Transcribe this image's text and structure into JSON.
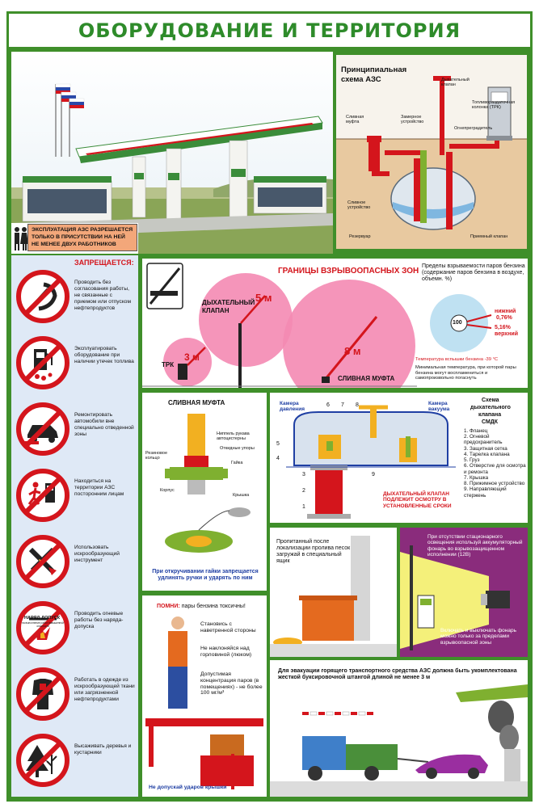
{
  "title": "ОБОРУДОВАНИЕ И ТЕРРИТОРИЯ",
  "warning": {
    "line1": "ЭКСПЛУАТАЦИЯ АЗС РАЗРЕШАЕТСЯ",
    "line2": "ТОЛЬКО В ПРИСУТСТВИИ НА НЕЙ",
    "line3": "НЕ МЕНЕЕ ДВУХ РАБОТНИКОВ"
  },
  "scheme": {
    "title1": "Принципиальная",
    "title2": "схема АЗС",
    "breath_valve": "Дыхательный клапан",
    "pump": "Топливораздаточная колонка (ТРК)",
    "coupling": "Сливная муфта",
    "gauge": "Замерное устройство",
    "flame_arrester": "Огнепреградитель",
    "drain": "Сливное устройство",
    "tank": "Резервуар",
    "intake_valve": "Приемный клапан"
  },
  "forbidden": {
    "heading": "ЗАПРЕЩАЕТСЯ:",
    "items": [
      "Проводить без согласования работы, не связанные с приемом или отпуском нефтепродуктов",
      "Эксплуатировать оборудование при наличии утечек топлива",
      "Ремонтировать автомобили вне специально отведенной зоны",
      "Находиться на территории АЗС посторонним лицам",
      "Использовать искрообразующий инструмент",
      "Проводить огневые работы без наряда-допуска",
      "Работать в одежде из искрообразующей ткани или загрязненной нефтепродуктами",
      "Высаживать деревья и кустарники"
    ],
    "permit_sign1": "НАРЯД-ДОПУСК",
    "permit_sign2": "на выполнение работ повышенной опасности"
  },
  "zones": {
    "title": "ГРАНИЦЫ ВЗРЫВООПАСНЫХ ЗОН",
    "breath_valve1": "ДЫХАТЕЛЬНЫЙ",
    "breath_valve2": "КЛАПАН",
    "dist_valve": "5 м",
    "dist_trk": "3 м",
    "dist_coupling": "8 м",
    "trk": "ТРК",
    "coupling": "СЛИВНАЯ МУФТА",
    "limits": "Пределы взрываемости паров бензина (содержание паров бензина в воздухе, объемн. %)",
    "gauge_value": "100",
    "lower_label": "нижний",
    "lower_value": "0,76%",
    "upper_value": "5,16%",
    "upper_label": "верхний",
    "min_temp": "Минимальная температура, при которой пары бензина могут воспламениться и самопроизвольно погаснуть",
    "flash_point": "Температура вспышки бензина -39 °С"
  },
  "coupling_panel": {
    "title": "СЛИВНАЯ МУФТА",
    "nipple": "Ниппель рукава автоцистерны",
    "stops": "Откидные упоры",
    "ring": "Резиновое кольцо",
    "nut": "Гайка",
    "body": "Корпус",
    "cap": "Крышка",
    "warning": "При откручивании гайки запрещается удлинять ручки и ударять по ним"
  },
  "valve": {
    "pressure_chamber": "Камера давления",
    "vacuum_chamber": "Камера вакуума",
    "title1": "Схема",
    "title2": "дыхательного",
    "title3": "клапана",
    "title4": "СМДК",
    "parts": [
      "1. Фланец",
      "2. Огневой предохранитель",
      "3. Защитная сетка",
      "4. Тарелка клапана",
      "5. Груз",
      "6. Отверстие для осмотра и ремонта",
      "7. Крышка",
      "8. Прижимное устройство",
      "9. Направляющий стержень"
    ],
    "numbers": [
      "1",
      "2",
      "3",
      "4",
      "5",
      "6",
      "7",
      "8",
      "9"
    ],
    "inspection": "ДЫХАТЕЛЬНЫЙ КЛАПАН ПОДЛЕЖИТ ОСМОТРУ В УСТАНОВЛЕННЫЕ СРОКИ"
  },
  "sand": {
    "text": "Пропитанный после локализации пролива песок загружай в специальный ящик"
  },
  "lamp": {
    "top": "При отсутствии стационарного освещения используй аккумуляторный фонарь во взрывозащищенном исполнении (12В)",
    "bottom": "Включать и выключать фонарь можно только за пределами взрывоопасной зоны"
  },
  "vapor": {
    "heading": "ПОМНИ:",
    "heading_rest": "пары бензина токсичны!",
    "tips": [
      "Становись с наветренной стороны",
      "Не наклоняйся над горловиной (люком)",
      "Допустимая концентрация паров (в помещениях) - не более 100 мг/м³"
    ],
    "bottom": "Не допускай ударов крышки"
  },
  "evacuation": {
    "text": "Для эвакуации горящего транспортного средства АЗС должна быть укомплектована жесткой буксировочной штангой длиной не менее 3 м"
  },
  "colors": {
    "frame": "#3f8f2a",
    "title": "#2e8b2a",
    "danger": "#d4151c",
    "pink": "#f06a9c",
    "blue": "#1f3fa3",
    "side": "#dfe9f6"
  }
}
